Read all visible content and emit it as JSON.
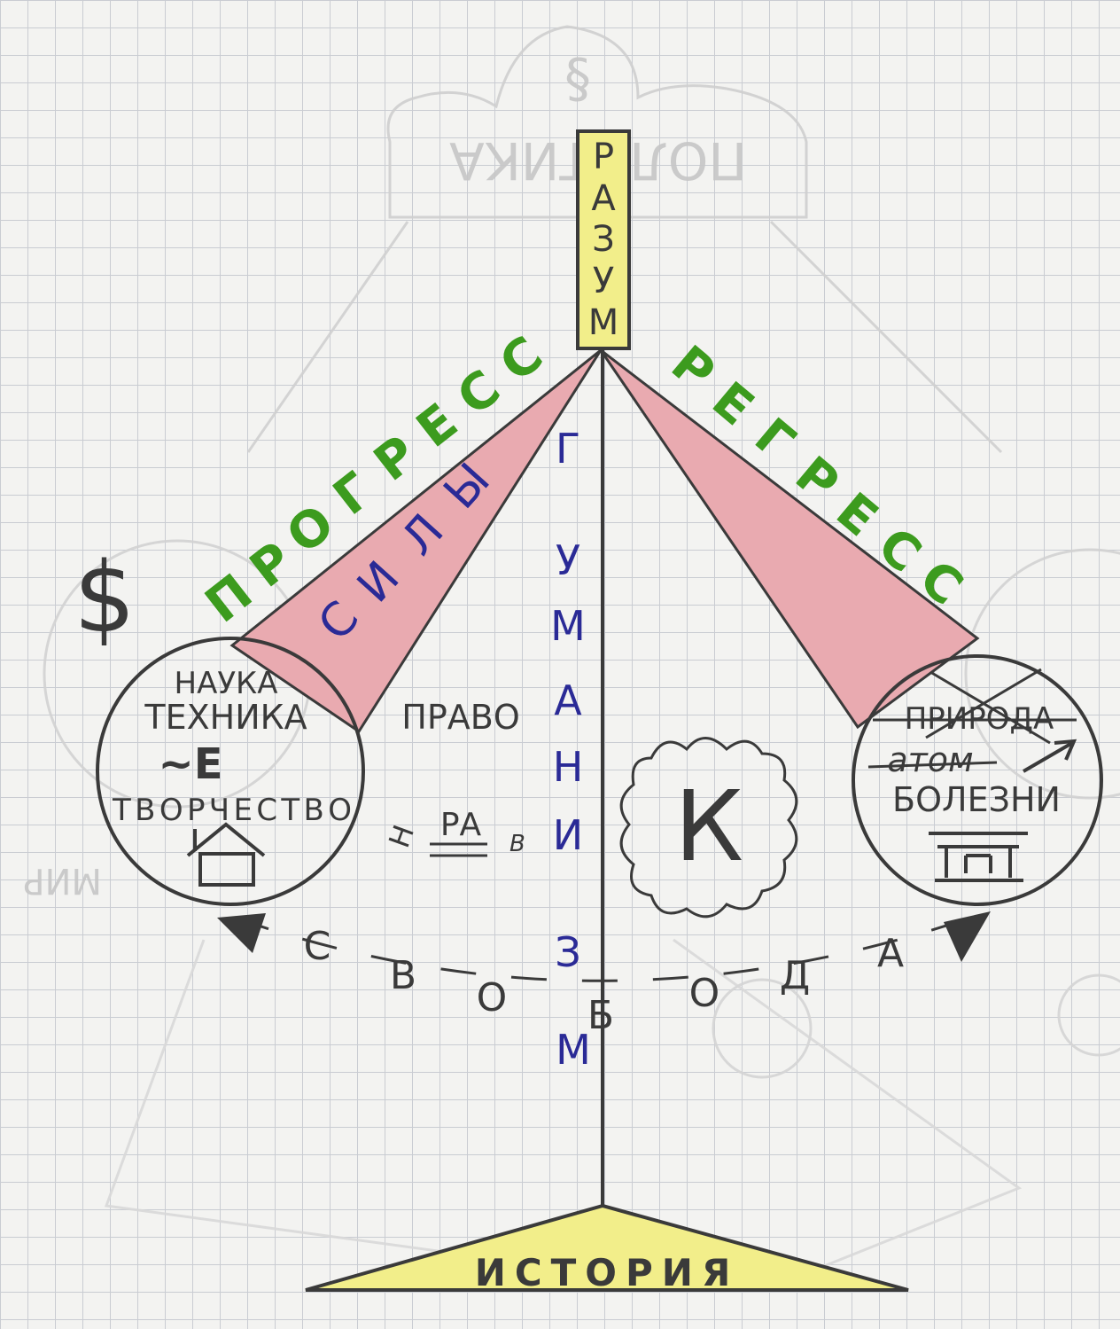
{
  "top_label": "§",
  "ghost_banner": "ПОЛИТИКА",
  "ghost_left_small": "МИР",
  "reason": [
    "Р",
    "А",
    "З",
    "У",
    "М"
  ],
  "progress": "ПРОГРЕСС",
  "regress": "РЕГРЕСС",
  "forces": "СИЛЫ",
  "humanism": [
    "Г",
    "У",
    "М",
    "А",
    "Н",
    "И",
    "З",
    "М"
  ],
  "dollar": "$",
  "left_circle": {
    "line1": "НАУКА",
    "line2": "ТЕХНИКА",
    "line3": "~Е",
    "line4": "ТВОРЧЕСТВО"
  },
  "right_circle": {
    "line1": "ПРИРОДА",
    "line2": "атом",
    "line3": "БОЛЕЗНИ"
  },
  "law": "ПРАВО",
  "law_small": {
    "a": "Н",
    "b": "РА",
    "c": "В"
  },
  "k_letter": "К",
  "freedom": [
    "С",
    "В",
    "О",
    "Б",
    "О",
    "Д",
    "А"
  ],
  "history": "ИСТОРИЯ",
  "colors": {
    "ink": "#3a3a3a",
    "green": "#3c9b1e",
    "blue": "#2a2a96",
    "pink": "#e9aab0",
    "yellow": "#f2ee8a",
    "ghost": "#c6c6c6"
  }
}
